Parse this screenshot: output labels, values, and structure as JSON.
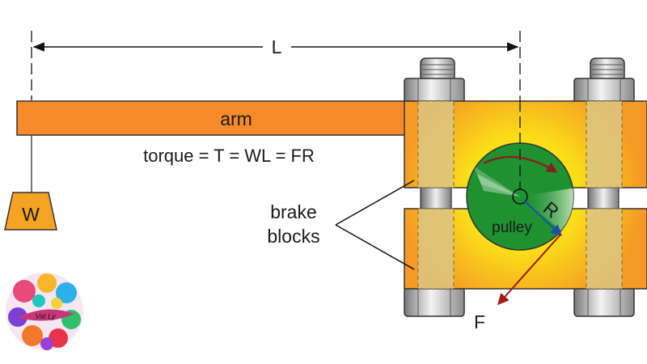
{
  "labels": {
    "length": "L",
    "arm": "arm",
    "torque": "torque = T = WL = FR",
    "weight": "W",
    "brake_line1": "brake",
    "brake_line2": "blocks",
    "radius": "R",
    "pulley": "pulley",
    "force": "F",
    "logo": "Vat Ly"
  },
  "colors": {
    "arm": "#f78a2b",
    "block_center": "#fbe018",
    "block_edge": "#f59a25",
    "insert": "#dcc584",
    "pulley": "#1f9131",
    "pulley_highlight": "#e6f5dc",
    "bolt": "#c8c8c8",
    "outline": "#333333",
    "rotation_arrow": "#8b1d1d",
    "radius_arrow": "#1e4fa8",
    "force_arrow": "#a01818"
  },
  "icons": {
    "rotation": "curved-arrow-icon",
    "logo": "colorful-bubbles-logo"
  }
}
